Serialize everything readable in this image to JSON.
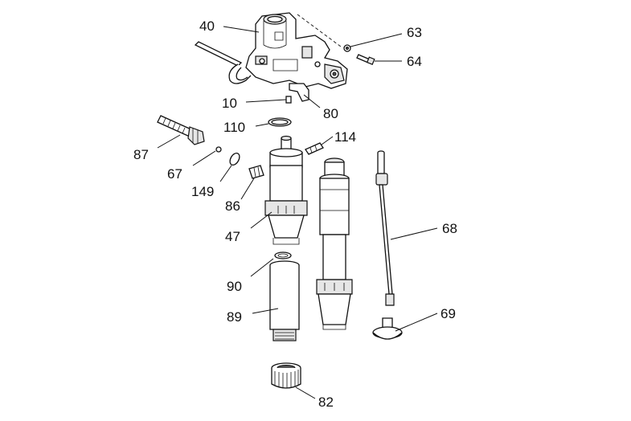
{
  "callouts": {
    "c40": "40",
    "c63": "63",
    "c64": "64",
    "c10": "10",
    "c80": "80",
    "c110": "110",
    "c114": "114",
    "c87": "87",
    "c67": "67",
    "c149": "149",
    "c86": "86",
    "c47": "47",
    "c68": "68",
    "c90": "90",
    "c89": "89",
    "c69": "69",
    "c82": "82"
  }
}
